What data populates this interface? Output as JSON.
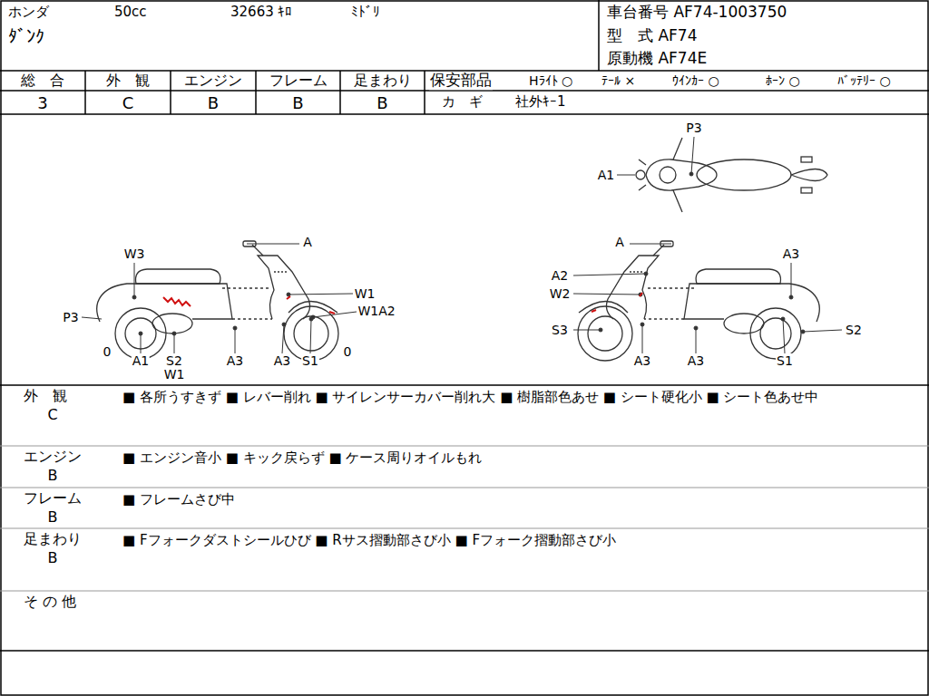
{
  "diagram": {
    "nodes": [
      {
        "text": [
          "総　合",
          "3"
        ]
      },
      {
        "text": [
          "外　観",
          "C"
        ]
      },
      {
        "text": [
          "エンジン",
          "B"
        ]
      },
      {
        "text": [
          "フレーム",
          "B"
        ]
      },
      {
        "text": [
          "足まわり",
          "B"
        ]
      },
      {
        "text": [
          "外　観",
          "C",
          "■ 各所うすきず ■ レバー削れ ■ サイレンサーカバー削れ大 ■ 樹脂部色あせ ■ シート硬化小 ■ シート色あせ中"
        ]
      },
      {
        "text": [
          "エンジン",
          "B",
          "■ エンジン音小 ■ キック戻らず ■ ケース周りオイルもれ"
        ]
      },
      {
        "text": [
          "フレーム",
          "B",
          "■ フレームさび中"
        ]
      },
      {
        "text": [
          "足まわり",
          "B",
          "■ Fフォークダストシールひび ■ Rサス摺動部さび小 ■ Fフォーク摺動部さび小"
        ]
      },
      {
        "text": [
          "そ の 他"
        ]
      }
    ],
    "labels": [
      "ホンダ",
      "50cc",
      "32663 ｷﾛ",
      "ﾐﾄﾞﾘ",
      "ﾀﾞﾝｸ",
      "車台番号 AF74-1003750",
      "型　式 AF74",
      "原動機 AF74E",
      "保安部品",
      "Hﾗｲﾄ ○",
      "ﾃｰﾙ ×",
      "ｳｲﾝｶｰ ○",
      "ﾎｰﾝ ○",
      "ﾊﾞｯﾃﾘｰ ○",
      "カ　ギ",
      "社外ｷｰ1",
      "P3",
      "A1",
      "A",
      "W3",
      "W1",
      "W1A2",
      "P3",
      "0",
      "A1",
      "S2",
      "W1",
      "A3",
      "A3",
      "S1",
      "0",
      "A",
      "A3",
      "A2",
      "W2",
      "S3",
      "S2",
      "A3",
      "A3",
      "S1"
    ]
  }
}
